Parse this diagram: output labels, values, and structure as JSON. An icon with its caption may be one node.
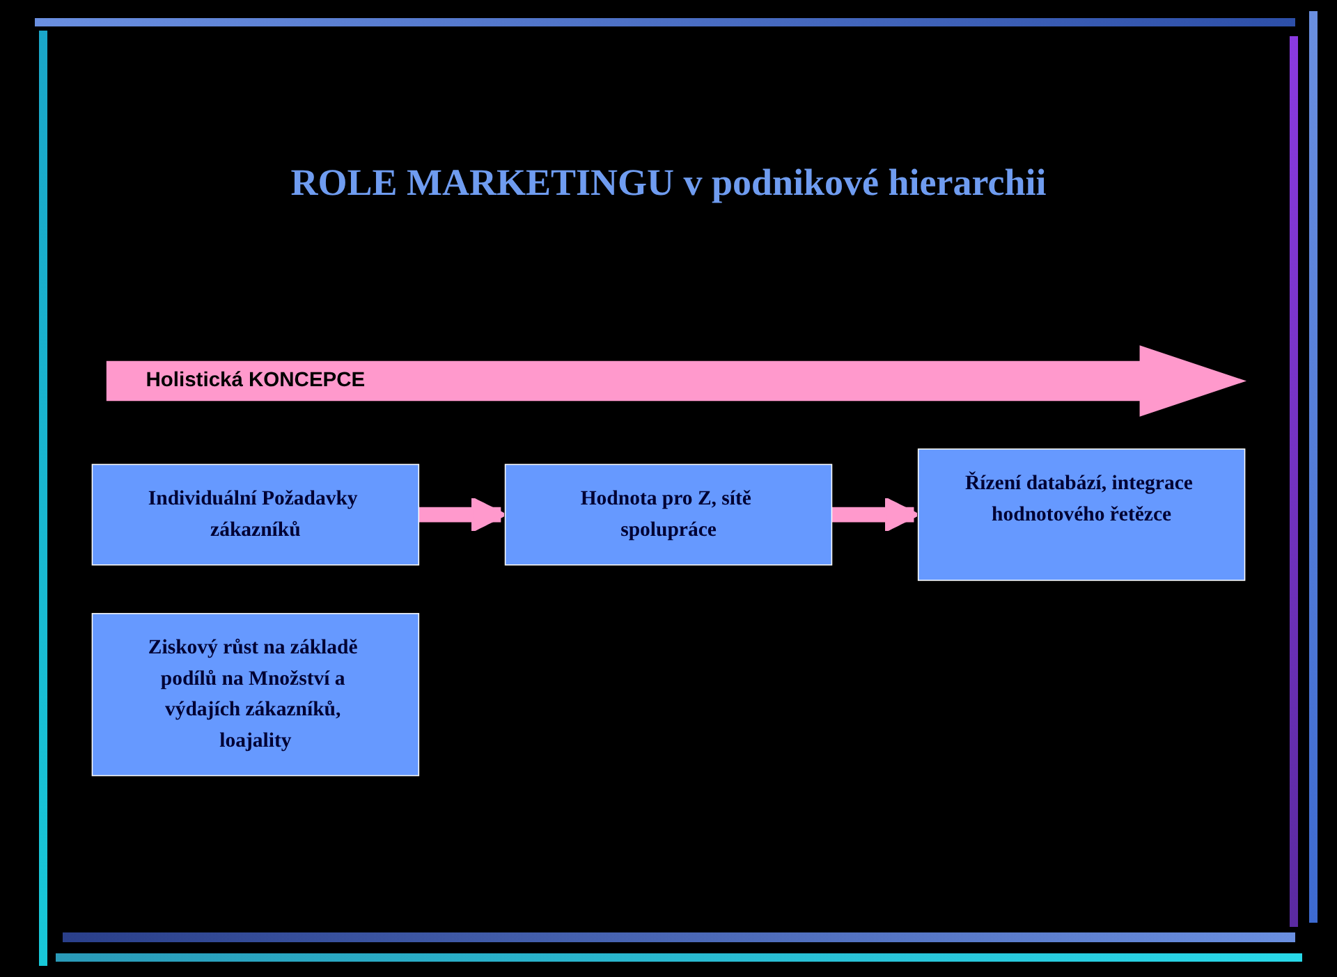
{
  "diagram": {
    "title": "ROLE MARKETINGU v podnikové hierarchii",
    "nodes": [
      {
        "text": [
          "Holistická KONCEPCE"
        ]
      },
      {
        "text": [
          "Individuální Požadavky zákazníků"
        ]
      },
      {
        "text": [
          "Hodnota pro Z, sítě spolupráce"
        ]
      },
      {
        "text": [
          "Řízení databází, integrace hodnotového řetězce"
        ]
      },
      {
        "text": [
          "Ziskový růst na základě podílů na Množství a výdajích zákazníků, loajality"
        ]
      }
    ],
    "edges": [
      {
        "from": 1,
        "to": 2,
        "arrow": "to"
      },
      {
        "from": 2,
        "to": 3,
        "arrow": "to"
      }
    ]
  }
}
